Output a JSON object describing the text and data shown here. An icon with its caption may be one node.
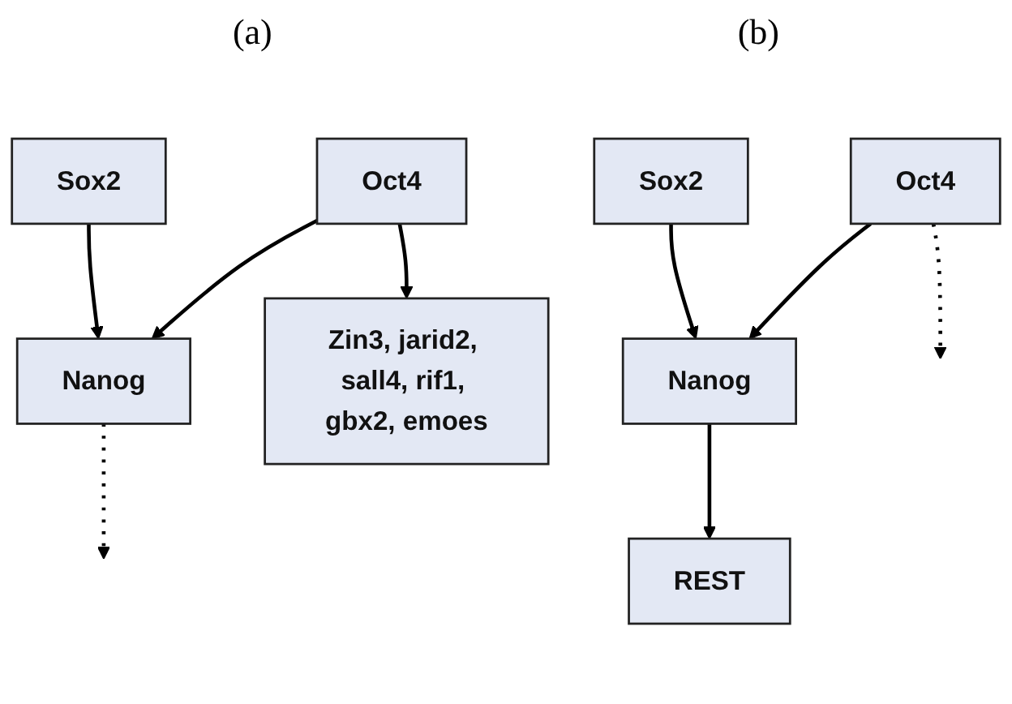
{
  "diagram": {
    "nodes": [
      {
        "text": [
          "Oct4"
        ]
      },
      {
        "text": [
          "Sox2"
        ]
      },
      {
        "text": [
          "Nanog"
        ]
      },
      {
        "text": [
          "Zin3, jarid2, sall4, rif1, gbx2, emoes"
        ]
      },
      {
        "text": [
          "Oct4"
        ]
      },
      {
        "text": [
          "Sox2"
        ]
      },
      {
        "text": [
          "Nanog"
        ]
      },
      {
        "text": [
          "REST"
        ]
      }
    ],
    "edges": [
      {
        "from": 0,
        "to": 2,
        "arrow": "to"
      },
      {
        "from": 1,
        "to": 2,
        "arrow": "to"
      },
      {
        "from": 0,
        "to": 3,
        "arrow": "to"
      },
      {
        "from": 2,
        "to": null,
        "arrow": "to",
        "style": "dashed"
      },
      {
        "from": 4,
        "to": 6,
        "arrow": "to"
      },
      {
        "from": 5,
        "to": 6,
        "arrow": "to"
      },
      {
        "from": 6,
        "to": 7,
        "arrow": "to"
      },
      {
        "from": 4,
        "to": null,
        "arrow": "to",
        "style": "dashed"
      }
    ],
    "labels": [
      "(a)",
      "(b)"
    ]
  }
}
